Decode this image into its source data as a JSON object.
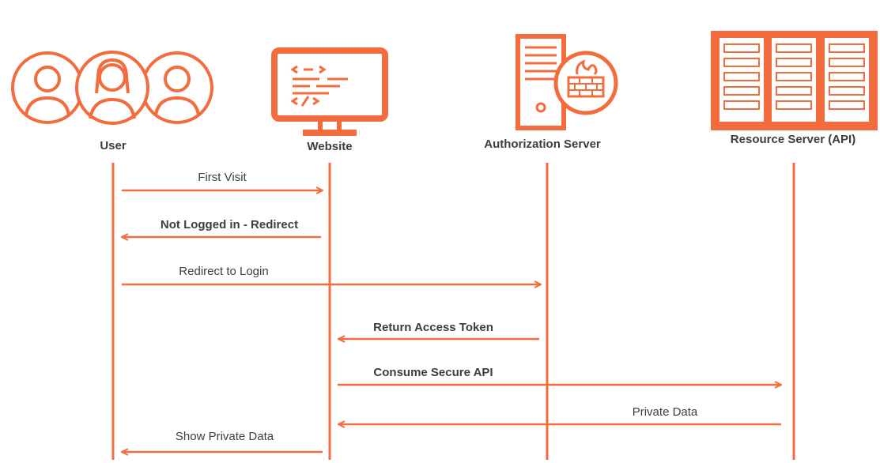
{
  "colors": {
    "accent": "#f26c3d",
    "text": "#3d3d3d",
    "background": "#ffffff"
  },
  "actors": [
    {
      "id": "user",
      "label": "User",
      "icon": "users-group-icon"
    },
    {
      "id": "website",
      "label": "Website",
      "icon": "monitor-code-icon"
    },
    {
      "id": "auth",
      "label": "Authorization Server",
      "icon": "server-firewall-icon"
    },
    {
      "id": "resource",
      "label": "Resource Server (API)",
      "icon": "server-rack-icon"
    }
  ],
  "messages": [
    {
      "from": "user",
      "to": "website",
      "label": "First Visit",
      "bold": false
    },
    {
      "from": "website",
      "to": "user",
      "label": "Not Logged in - Redirect",
      "bold": true
    },
    {
      "from": "user",
      "to": "auth",
      "label": "Redirect to Login",
      "bold": false
    },
    {
      "from": "auth",
      "to": "website",
      "label": "Return Access Token",
      "bold": true
    },
    {
      "from": "website",
      "to": "resource",
      "label": "Consume Secure API",
      "bold": true
    },
    {
      "from": "resource",
      "to": "website",
      "label": "Private Data",
      "bold": false
    },
    {
      "from": "website",
      "to": "user",
      "label": "Show Private Data",
      "bold": false
    }
  ]
}
